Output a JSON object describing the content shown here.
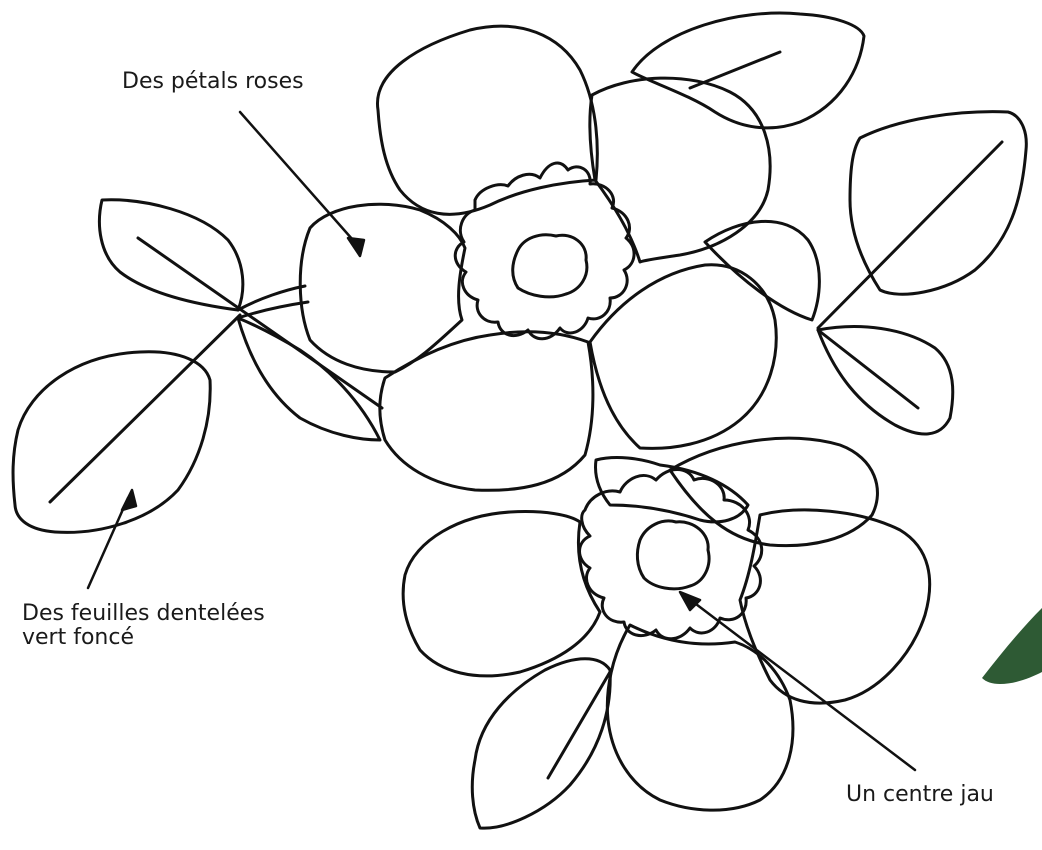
{
  "labels": {
    "petals": "Des pétals roses",
    "leaves_line1": "Des feuilles dentelées",
    "leaves_line2": "vert foncé",
    "center": "Un centre jau"
  },
  "colors": {
    "outline": "#111111",
    "background": "#ffffff",
    "corner_leaf": "#2e5a34"
  }
}
